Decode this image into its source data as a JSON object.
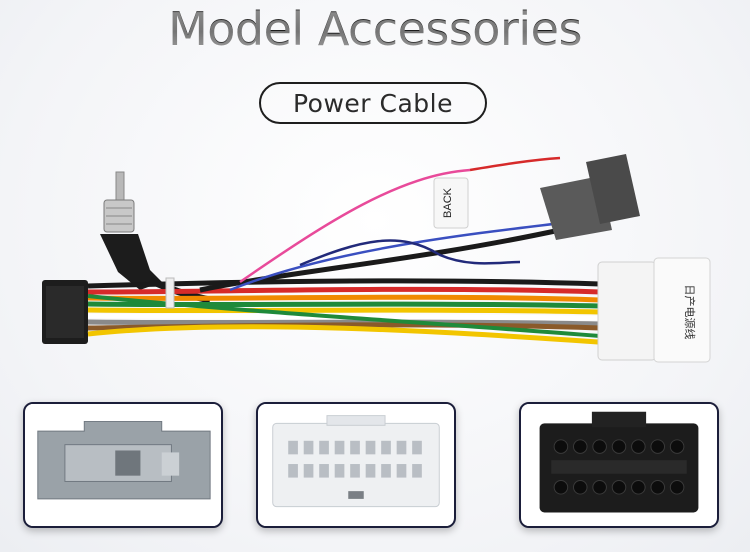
{
  "header": {
    "title": "Model Accessories"
  },
  "subtitle": {
    "label": "Power Cable"
  },
  "hero": {
    "tag_label": "BACK",
    "connector_label": "日产电源线",
    "wire_colors": [
      "#d62a2a",
      "#1f8a3a",
      "#f2c500",
      "#1a1a1a",
      "#f08a00",
      "#3a4fc0",
      "#8a5a2a",
      "#e84a9a",
      "#ffffff",
      "#8a8a8a"
    ]
  },
  "thumbnails": [
    {
      "name": "gray-connector-closeup"
    },
    {
      "name": "white-connector-closeup"
    },
    {
      "name": "black-connector-closeup"
    }
  ]
}
